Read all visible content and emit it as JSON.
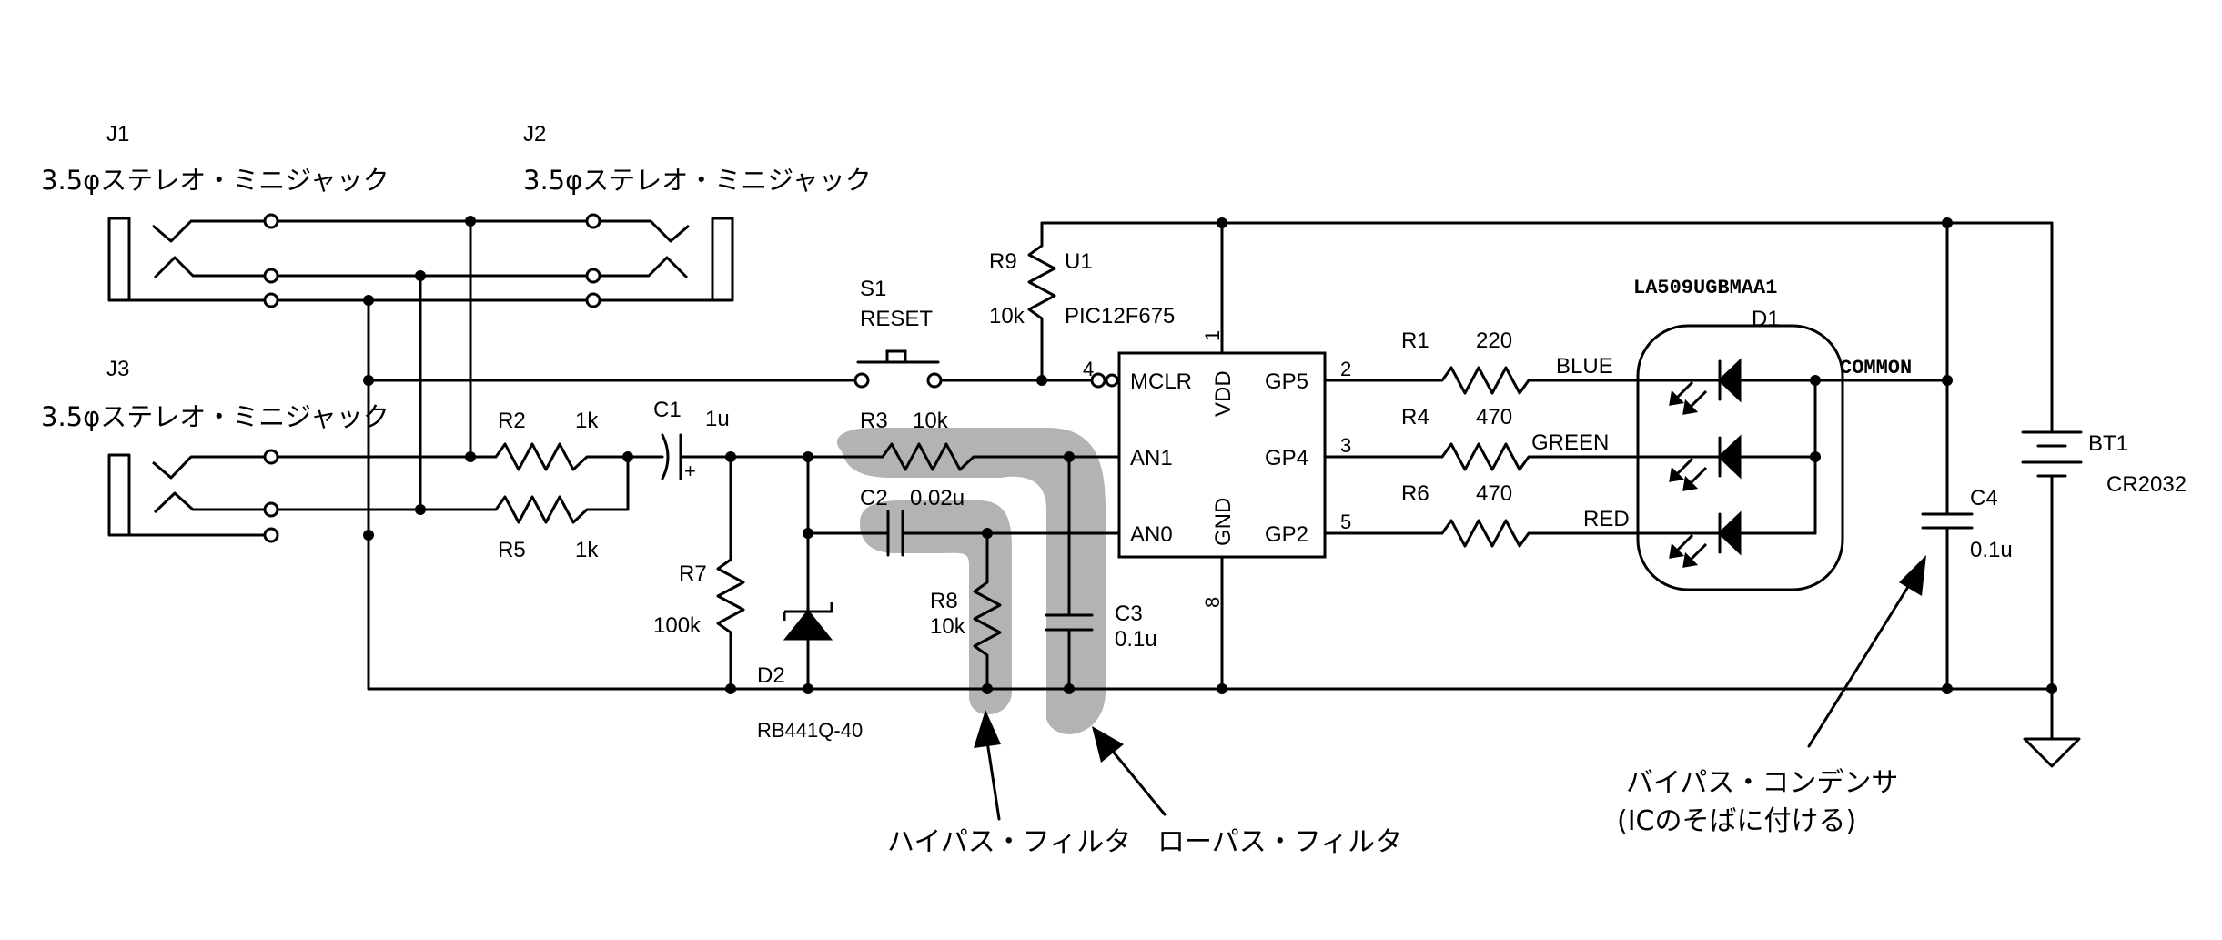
{
  "jacks": {
    "j1": {
      "ref": "J1",
      "desc": "3.5φステレオ・ミニジャック"
    },
    "j2": {
      "ref": "J2",
      "desc": "3.5φステレオ・ミニジャック"
    },
    "j3": {
      "ref": "J3",
      "desc": "3.5φステレオ・ミニジャック"
    }
  },
  "switch": {
    "ref": "S1",
    "name": "RESET"
  },
  "ic": {
    "ref": "U1",
    "part": "PIC12F675",
    "pins": {
      "mclr": "MCLR",
      "an1": "AN1",
      "an0": "AN0",
      "vdd": "VDD",
      "gnd": "GND",
      "gp5": "GP5",
      "gp4": "GP4",
      "gp2": "GP2"
    },
    "pin_numbers": {
      "mclr": "4",
      "vdd": "1",
      "gnd": "8",
      "gp5": "2",
      "gp4": "3",
      "gp2": "5"
    }
  },
  "resistors": {
    "r1": {
      "ref": "R1",
      "value": "220"
    },
    "r2": {
      "ref": "R2",
      "value": "1k"
    },
    "r3": {
      "ref": "R3",
      "value": "10k"
    },
    "r4": {
      "ref": "R4",
      "value": "470"
    },
    "r5": {
      "ref": "R5",
      "value": "1k"
    },
    "r6": {
      "ref": "R6",
      "value": "470"
    },
    "r7": {
      "ref": "R7",
      "value": "100k"
    },
    "r8": {
      "ref": "R8",
      "value": "10k"
    },
    "r9": {
      "ref": "R9",
      "value": "10k"
    }
  },
  "capacitors": {
    "c1": {
      "ref": "C1",
      "value": "1u",
      "polarity": "+"
    },
    "c2": {
      "ref": "C2",
      "value": "0.02u"
    },
    "c3": {
      "ref": "C3",
      "value": "0.1u"
    },
    "c4": {
      "ref": "C4",
      "value": "0.1u"
    }
  },
  "diode": {
    "ref": "D2",
    "part": "RB441Q-40"
  },
  "led": {
    "ref": "D1",
    "part": "LA509UGBMAA1",
    "blue": "BLUE",
    "green": "GREEN",
    "red": "RED",
    "common": "COMMON"
  },
  "battery": {
    "ref": "BT1",
    "part": "CR2032"
  },
  "annotations": {
    "highpass": "ハイパス・フィルタ",
    "lowpass": "ローパス・フィルタ",
    "bypass_line1": "バイパス・コンデンサ",
    "bypass_line2": "(ICのそばに付ける)"
  }
}
